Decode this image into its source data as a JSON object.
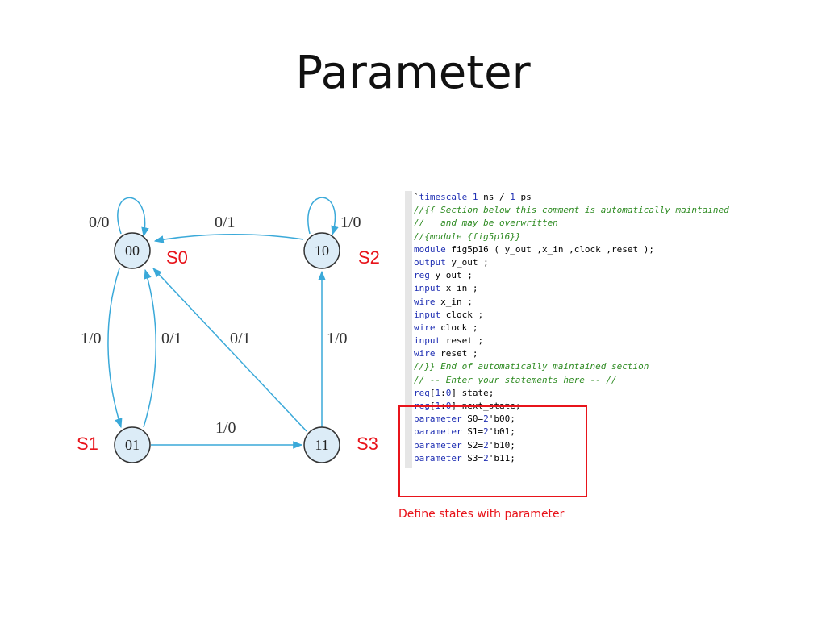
{
  "slide": {
    "title": "Parameter"
  },
  "diagram": {
    "nodes": [
      {
        "id": "00",
        "label": "00",
        "state_name": "S0"
      },
      {
        "id": "10",
        "label": "10",
        "state_name": "S2"
      },
      {
        "id": "01",
        "label": "01",
        "state_name": "S1"
      },
      {
        "id": "11",
        "label": "11",
        "state_name": "S3"
      }
    ],
    "edges": [
      {
        "from": "00",
        "to": "00",
        "label": "0/0"
      },
      {
        "from": "10",
        "to": "10",
        "label": "1/0"
      },
      {
        "from": "10",
        "to": "00",
        "label": "0/1"
      },
      {
        "from": "00",
        "to": "01",
        "label": "1/0"
      },
      {
        "from": "01",
        "to": "00",
        "label": "0/1"
      },
      {
        "from": "11",
        "to": "00",
        "label": "0/1"
      },
      {
        "from": "11",
        "to": "10",
        "label": "1/0"
      },
      {
        "from": "01",
        "to": "11",
        "label": "1/0"
      }
    ],
    "colors": {
      "edge": "#3aa9d9",
      "node_fill": "#dcecf7",
      "node_stroke": "#333333",
      "state_name": "#e8141b"
    }
  },
  "code": {
    "lines": [
      {
        "type": "code",
        "text": "`timescale 1 ns / 1 ps"
      },
      {
        "type": "comment",
        "text": "//{{ Section below this comment is automatically maintained"
      },
      {
        "type": "comment",
        "text": "//   and may be overwritten"
      },
      {
        "type": "comment",
        "text": "//{module {fig5p16}}"
      },
      {
        "type": "code",
        "text": "module fig5p16 ( y_out ,x_in ,clock ,reset );"
      },
      {
        "type": "code",
        "text": "output y_out ;"
      },
      {
        "type": "code",
        "text": "reg y_out ;"
      },
      {
        "type": "code",
        "text": "input x_in ;"
      },
      {
        "type": "code",
        "text": "wire x_in ;"
      },
      {
        "type": "code",
        "text": "input clock ;"
      },
      {
        "type": "code",
        "text": "wire clock ;"
      },
      {
        "type": "code",
        "text": "input reset ;"
      },
      {
        "type": "code",
        "text": "wire reset ;"
      },
      {
        "type": "comment",
        "text": "//}} End of automatically maintained section"
      },
      {
        "type": "comment",
        "text": "// -- Enter your statements here -- //"
      },
      {
        "type": "code",
        "text": "reg[1:0] state;"
      },
      {
        "type": "code",
        "text": "reg[1:0] next_state;"
      },
      {
        "type": "code",
        "text": "parameter S0=2'b00;"
      },
      {
        "type": "code",
        "text": "parameter S1=2'b01;"
      },
      {
        "type": "code",
        "text": "parameter S2=2'b10;"
      },
      {
        "type": "code",
        "text": "parameter S3=2'b11;"
      }
    ],
    "keywords": [
      "timescale",
      "module",
      "output",
      "reg",
      "input",
      "wire",
      "parameter"
    ],
    "colors": {
      "keyword": "#1f2fb3",
      "comment": "#2e8b22"
    }
  },
  "highlight": {
    "caption": "Define states with parameter",
    "color": "#e8141b"
  }
}
